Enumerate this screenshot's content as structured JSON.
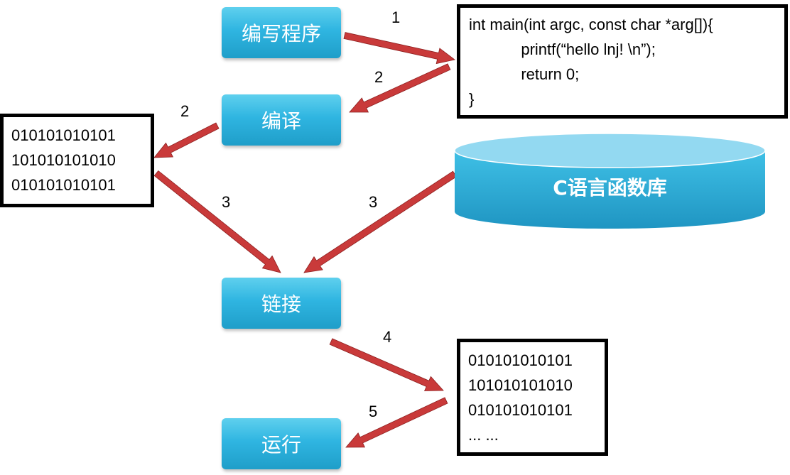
{
  "steps": {
    "write": "编写程序",
    "compile": "编译",
    "link": "链接",
    "run": "运行"
  },
  "source_code": {
    "lines": [
      "int main(int argc, const char *arg[]){",
      "            printf(“hello lnj! \\n”);",
      "            return 0;",
      "}"
    ]
  },
  "object_code": {
    "lines": [
      "010101010101",
      "101010101010",
      "010101010101"
    ]
  },
  "executable": {
    "lines": [
      "010101010101",
      "101010101010",
      "010101010101",
      "... ..."
    ]
  },
  "library": {
    "label": "C语言函数库"
  },
  "arrow_labels": {
    "a1": "1",
    "a2_back": "2",
    "a2_out": "2",
    "a3_left": "3",
    "a3_right": "3",
    "a4": "4",
    "a5": "5"
  },
  "colors": {
    "step_fill": "#2fb5e1",
    "arrow": "#c93a3a",
    "db_body": "#2aa6d3",
    "db_top": "#8fd6ef"
  }
}
